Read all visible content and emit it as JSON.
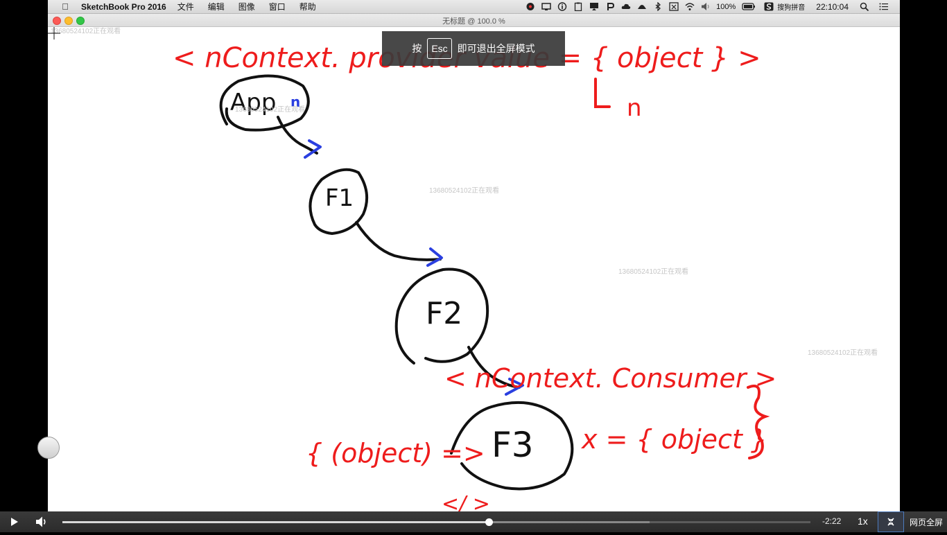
{
  "menubar": {
    "app_name": "SketchBook Pro 2016",
    "items": [
      "文件",
      "编辑",
      "图像",
      "窗口",
      "帮助"
    ],
    "battery": "100%",
    "input_method": "搜狗拼音",
    "clock": "22:10:04"
  },
  "window": {
    "title": "无标题 @ 100.0 %"
  },
  "fullscreen_hint": {
    "prefix": "按",
    "key": "Esc",
    "suffix": "即可退出全屏模式"
  },
  "watermark_text": "13680524102正在观看",
  "sketch": {
    "ink_colors": {
      "red": "#ee1c1c",
      "blue": "#2a3fe0",
      "black": "#111111"
    },
    "texts": {
      "provider": "< nContext. provider  value = { object }  >",
      "provider_hint": "n",
      "app": "App",
      "app_prop": "n",
      "f1": "F1",
      "f2": "F2",
      "f3": "F3",
      "consumer": "< nContext. Consumer >",
      "render_fn": "{ (object) =>",
      "assign": "x = { object }",
      "close_tag": "</ >"
    }
  },
  "player": {
    "time_remaining": "-2:22",
    "speed": "1x",
    "web_fullscreen": "网页全屏",
    "progress": 0.57,
    "buffered": 0.785
  }
}
